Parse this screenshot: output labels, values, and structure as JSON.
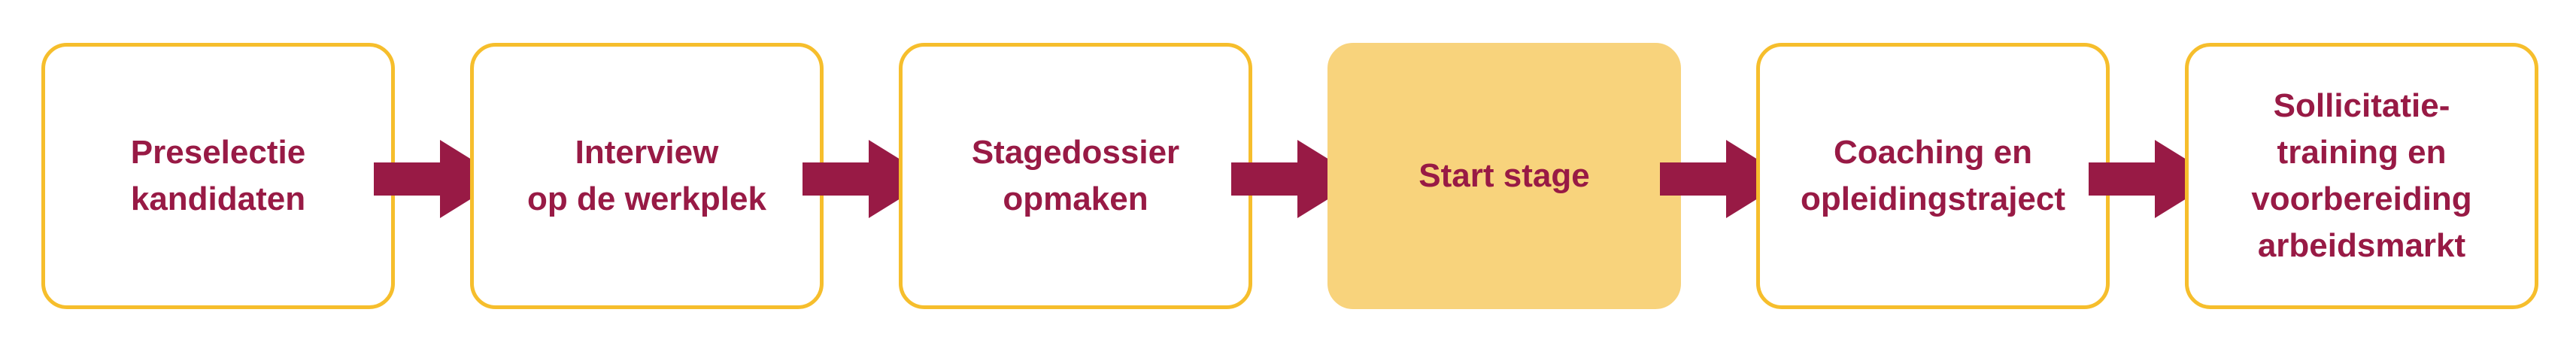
{
  "colors": {
    "box_border": "#f6be2c",
    "box_fill": "#ffffff",
    "highlight_fill": "#f8d37c",
    "text": "#981a45",
    "arrow": "#981a45"
  },
  "steps": [
    {
      "label": "Preselectie\nkandidaten",
      "highlighted": false
    },
    {
      "label": "Interview\nop de werkplek",
      "highlighted": false
    },
    {
      "label": "Stagedossier\nopmaken",
      "highlighted": false
    },
    {
      "label": "Start stage",
      "highlighted": true
    },
    {
      "label": "Coaching en\nopleidingstraject",
      "highlighted": false
    },
    {
      "label": "Sollicitatie-\ntraining en\nvoorbereiding\narbeidsmarkt",
      "highlighted": false
    }
  ],
  "connectors": {
    "icon": "arrow-right-icon",
    "count": 5
  }
}
